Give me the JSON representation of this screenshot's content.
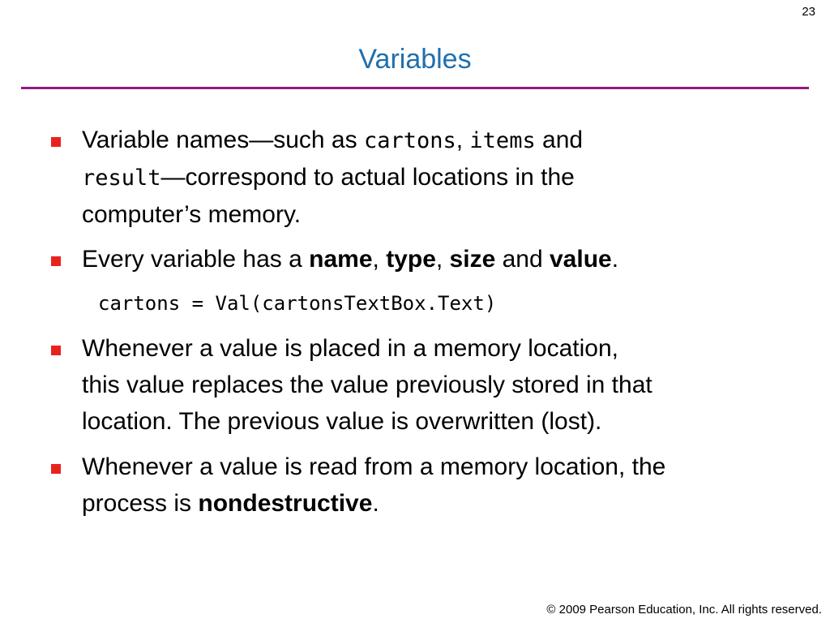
{
  "slide": {
    "page_number": "23",
    "title": "Variables"
  },
  "bullets": {
    "b1": {
      "t1": "Variable names—such as ",
      "c1": "cartons",
      "t2": ", ",
      "c2": "items",
      "t3": " and",
      "c3": "result",
      "t4": "—correspond to actual locations in the",
      "t5": "computer’s memory."
    },
    "b2": {
      "t1": "Every variable has a ",
      "k1": "name",
      "t2": ", ",
      "k2": "type",
      "t3": ", ",
      "k3": "size",
      "t4": " and ",
      "k4": "value",
      "t5": "."
    },
    "code": "cartons = Val(cartonsTextBox.Text)",
    "b3": {
      "line1": "Whenever a value is placed in a memory location,",
      "line2": "this value replaces the value previously stored in that",
      "line3": "location.  The previous value is overwritten (lost)."
    },
    "b4": {
      "line1": "Whenever a value is read from a memory location, the",
      "t1": "process is ",
      "k1": "nondestructive",
      "t2": "."
    }
  },
  "footer": "© 2009 Pearson Education, Inc.  All rights reserved."
}
